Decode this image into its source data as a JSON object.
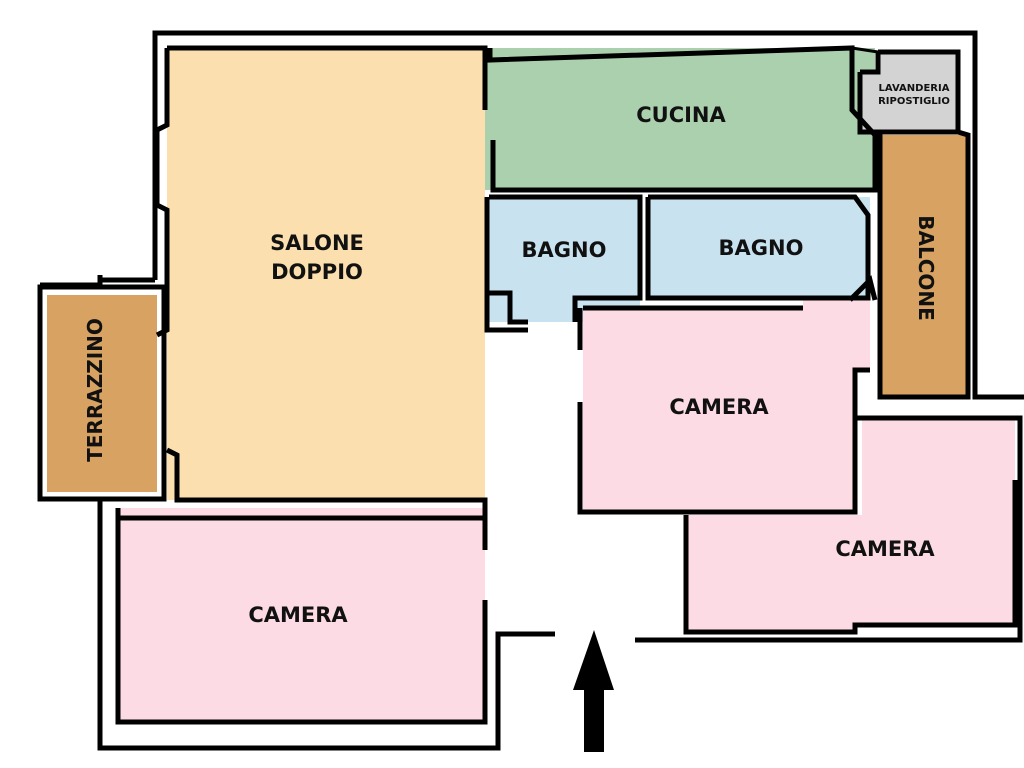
{
  "rooms": {
    "salone": {
      "line1": "SALONE",
      "line2": "DOPPIO"
    },
    "cucina": "CUCINA",
    "lavanderia": {
      "line1": "LAVANDERIA",
      "line2": "RIPOSTIGLIO"
    },
    "balcone": "BALCONE",
    "terrazzino": "TERRAZZINO",
    "bagno_1": "BAGNO",
    "bagno_2": "BAGNO",
    "camera_center": "CAMERA",
    "camera_right": "CAMERA",
    "camera_left": "CAMERA"
  },
  "colors": {
    "salone": "#fbdfae",
    "cucina": "#abd0ad",
    "bagno": "#c8e2ef",
    "camera": "#fcdbe4",
    "outdoor": "#d8a362",
    "lavanderia": "#d3d3d3"
  }
}
